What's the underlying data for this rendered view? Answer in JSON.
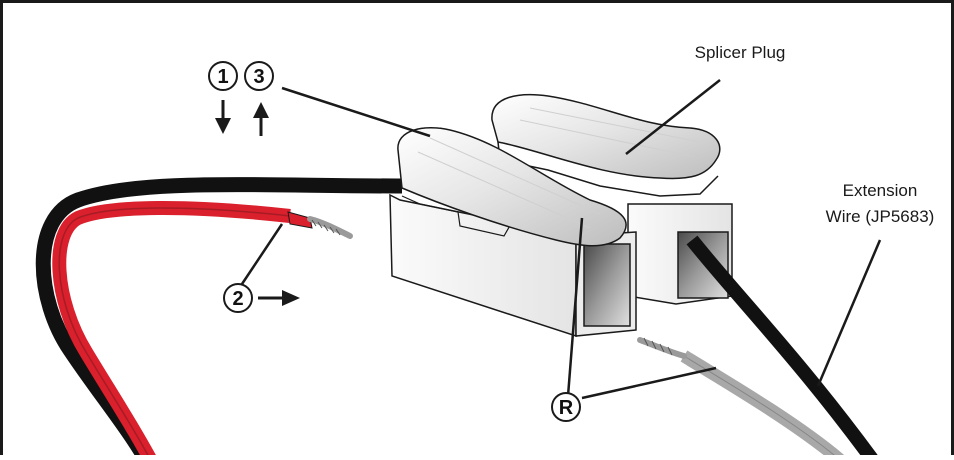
{
  "labels": {
    "splicer_plug": "Splicer Plug",
    "extension_line1": "Extension",
    "extension_line2": "Wire (JP5683)"
  },
  "steps": {
    "step1": "1",
    "step2": "2",
    "step3": "3",
    "reference": "R"
  },
  "arrows": {
    "step1": "down",
    "step2": "right",
    "step3": "up"
  },
  "colors": {
    "red_wire": "#d9202c",
    "black_wire": "#111111",
    "gray_wire": "#a8a8a8",
    "plug_body": "#f2f2f2",
    "outline": "#1a1a1a"
  }
}
